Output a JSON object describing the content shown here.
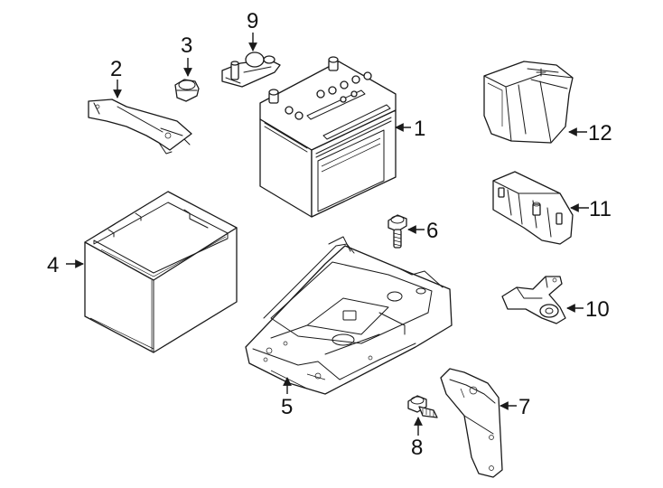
{
  "callouts": {
    "p1": "1",
    "p2": "2",
    "p3": "3",
    "p4": "4",
    "p5": "5",
    "p6": "6",
    "p7": "7",
    "p8": "8",
    "p9": "9",
    "p10": "10",
    "p11": "11",
    "p12": "12"
  }
}
